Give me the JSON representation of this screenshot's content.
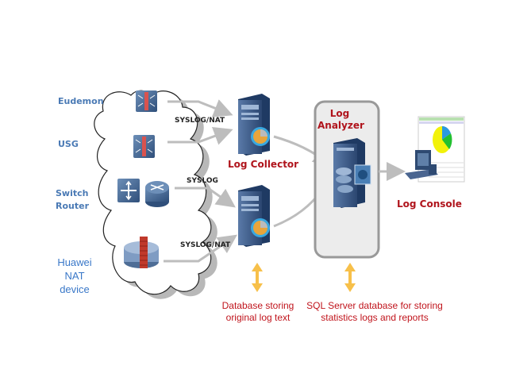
{
  "sources": [
    {
      "label": "Eudemon",
      "icon": "firewall-icon"
    },
    {
      "label": "USG",
      "icon": "firewall-icon"
    },
    {
      "label": "Switch\nRouter",
      "label_line1": "Switch",
      "label_line2": "Router",
      "icon": "switch-router-icon"
    },
    {
      "label_line1": "Huawei",
      "label_line2": "NAT",
      "label_line3": "device",
      "icon": "nat-device-icon"
    }
  ],
  "connections": {
    "top": "SYSLOG/NAT",
    "middle": "SYSLOG",
    "bottom": "SYSLOG/NAT"
  },
  "collector": {
    "title": "Log Collector"
  },
  "analyzer": {
    "title_line1": "Log",
    "title_line2": "Analyzer"
  },
  "console": {
    "title": "Log Console"
  },
  "notes": {
    "collector_db_line1": "Database storing",
    "collector_db_line2": "original log text",
    "analyzer_db_line1": "SQL Server database for storing",
    "analyzer_db_line2": "statistics logs and reports"
  },
  "colors": {
    "title_red": "#b0141c",
    "device_blue": "#4a7ab5",
    "arrow_gray": "#bdbdbd",
    "db_arrow": "#f7c04a"
  }
}
